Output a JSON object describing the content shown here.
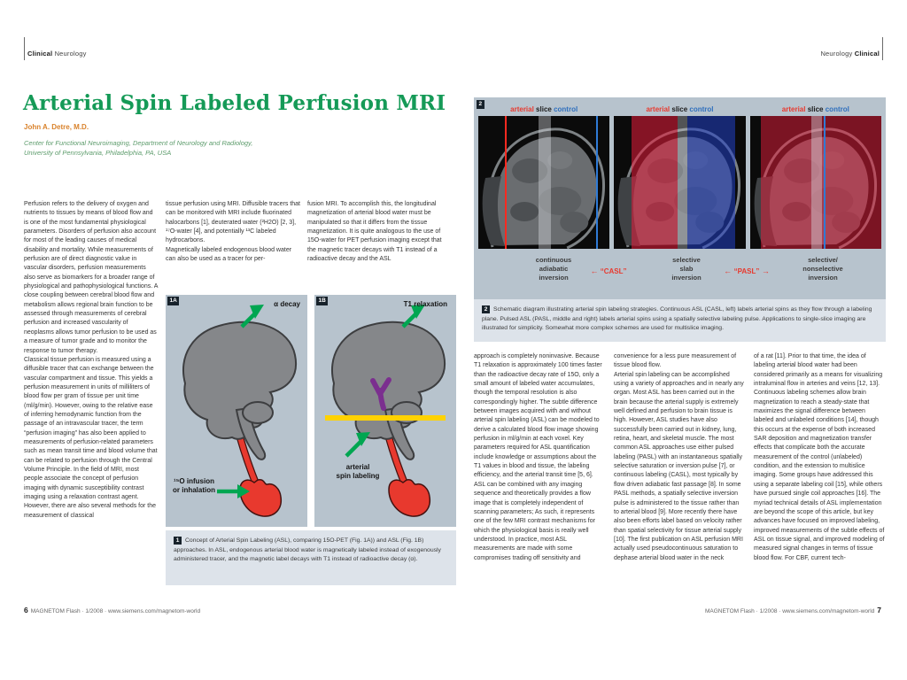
{
  "page_left": {
    "edition_bold": "Clinical",
    "edition_light": " Neurology",
    "title": "Arterial Spin Labeled Perfusion MRI",
    "author": "John A. Detre, M.D.",
    "affiliation": "Center for Functional Neuroimaging, Department of Neurology and Radiology,\nUniversity of Pennsylvania, Philadelphia, PA, USA",
    "col1": "Perfusion refers to the delivery of oxygen and nutrients to tissues by means of blood flow and is one of the most fundamental physiological parameters. Disorders of perfusion also account for most of the leading causes of medical disability and mortality. While measurements of perfusion are of direct diagnostic value in vascular disorders, perfusion measurements also serve as biomarkers for a broader range of physiological and pathophysiological functions. A close coupling between cerebral blood flow and metabolism allows regional brain function to be assessed through measurements of cerebral perfusion and increased vascularity of neoplasms allows tumor perfusion to be used as a measure of tumor grade and to monitor the response to tumor therapy.\nClassical tissue perfusion is measured using a diffusible tracer that can exchange between the vascular compartment and tissue. This yields a perfusion measurement in units of milliliters of blood flow per gram of tissue per unit time (ml/g/min). However, owing to the relative ease of inferring hemodynamic function from the passage of an intravascular tracer, the term “perfusion imaging” has also been applied to measurements of perfusion-related parameters such as mean transit time and blood volume that can be related to perfusion through the Central Volume Principle. In the field of MRI, most people associate the concept of perfusion imaging with dynamic susceptibility contrast imaging using a relaxation contrast agent. However, there are also several methods for the measurement of classical",
    "col2": "tissue perfusion using MRI. Diffusible tracers that can be monitored with MRI include fluorinated halocarbons [1], deuterated water (²H2O) [2, 3], ¹⁷O-water [4], and potentially ¹³C labeled hydrocarbons.\nMagnetically labeled endogenous blood water can also be used as a tracer for per-",
    "col3": "fusion MRI. To accomplish this, the longitudinal magnetization of arterial blood water must be manipulated so that it differs from the tissue magnetization. It is quite analogous to the use of 15O-water for PET perfusion imaging except that the magnetic tracer decays with T1 instead of a radioactive decay and the ASL",
    "figure1": {
      "badge_a": "1A",
      "badge_b": "1B",
      "alpha_decay_label": "α decay",
      "t1_relaxation_label": "T1 relaxation",
      "asl_label": "arterial\nspin labeling",
      "o15_label": "¹⁵O infusion\nor inhalation",
      "caption_badge": "1",
      "caption": "Concept of Arterial Spin Labeling (ASL), comparing 15O-PET (Fig. 1A)) and ASL (Fig. 1B) approaches. In ASL, endogenous arterial blood water is magnetically labeled instead of exogenously administered tracer, and the magnetic label decays with T1 instead of radioactive decay (α)."
    },
    "footer_page": "6",
    "footer_text": "MAGNETOM Flash · 1/2008 · www.siemens.com/magnetom-world"
  },
  "page_right": {
    "edition_light": "Neurology ",
    "edition_bold": "Clinical",
    "figure2": {
      "badge": "2",
      "header_arterial": "arterial",
      "header_slice": " slice ",
      "header_control": "control",
      "label_continuous": "continuous\nadiabatic\ninversion",
      "label_selective_slab": "selective\nslab\ninversion",
      "label_selective_nonselective": "selective/\nnonselective\ninversion",
      "casl_arrow": "←",
      "casl": " “CASL”",
      "pasl_arrow_left": "← ",
      "pasl": "“PASL”",
      "pasl_arrow_right": " →",
      "caption_badge": "2",
      "caption": "Schematic diagram illustrating arterial spin labeling strategies. Continuous ASL (CASL, left) labels arterial spins as they flow through a labeling plane. Pulsed ASL (PASL, middle and right) labels arterial spins using a spatially selective labeling pulse. Applications to single-slice imaging are illustrated for simplicity. Somewhat more complex schemes are used for multislice imaging."
    },
    "col1": "approach is completely noninvasive. Because T1 relaxation is approximately 100 times faster than the radioactive decay rate of 15O, only a small amount of labeled water accumulates, though the temporal resolution is also correspondingly higher. The subtle difference between images acquired with and without arterial spin labeling (ASL) can be modeled to derive a calculated blood flow image showing perfusion in ml/g/min at each voxel. Key parameters required for ASL quantification include knowledge or assumptions about the T1 values in blood and tissue, the labeling efficiency, and the arterial transit time [5, 6]. ASL can be combined with any imaging sequence and theoretically provides a flow image that is completely independent of scanning parameters; As such, it represents one of the few MRI contrast mechanisms for which the physiological basis is really well understood. In practice, most ASL measurements are made with some compromises trading off sensitivity and",
    "col2": "convenience for a less pure measurement of tissue blood flow.\nArterial spin labeling can be accomplished using a variety of approaches and in nearly any organ. Most ASL has been carried out in the brain because the arterial supply is extremely well defined and perfusion to brain tissue is high. However, ASL studies have also successfully been carried out in kidney, lung, retina, heart, and skeletal muscle. The most common ASL approaches use either pulsed labeling (PASL) with an instantaneous spatially selective saturation or inversion pulse [7], or continuous labeling (CASL), most typically by flow driven adiabatic fast passage [8]. In some PASL methods, a spatially selective inversion pulse is administered to the tissue rather than to arterial blood [9]. More recently there have also been efforts label based on velocity rather than spatial selectivity for tissue arterial supply [10]. The first publication on ASL perfusion MRI actually used pseudocontinuous saturation to dephase arterial blood water in the neck",
    "col3": "of a rat [11]. Prior to that time, the idea of labeling arterial blood water had been considered primarily as a means for visualizing intraluminal flow in arteries and veins [12, 13]. Continuous labeling schemes allow brain magnetization to reach a steady-state that maximizes the signal difference between labeled and unlabeled conditions [14], though this occurs at the expense of both increased SAR deposition and magnetization transfer effects that complicate both the accurate measurement of the control (unlabeled) condition, and the extension to multislice imaging. Some groups have addressed this using a separate labeling coil [15], while others have pursued single coil approaches [16]. The myriad technical details of ASL implementation are beyond the scope of this article, but key advances have focused on improved labeling, improved measurements of the subtle effects of ASL on tissue signal, and improved modeling of measured signal changes in terms of tissue blood flow. For CBF, current tech-",
    "footer_text": "MAGNETOM Flash · 1/2008 · www.siemens.com/magnetom-world",
    "footer_page": "7"
  },
  "colors": {
    "accent_green": "#159a57",
    "author_orange": "#d9822b",
    "affiliation_green": "#5d9c6c",
    "arterial_red": "#e8392e",
    "control_blue": "#2f6fbd",
    "figure_panel_bg": "#b7c3cd",
    "caption_bg": "#dde3ea",
    "label_yellow": "#ffd200",
    "label_purple": "#7b2f8f",
    "arrow_green": "#00a651"
  }
}
